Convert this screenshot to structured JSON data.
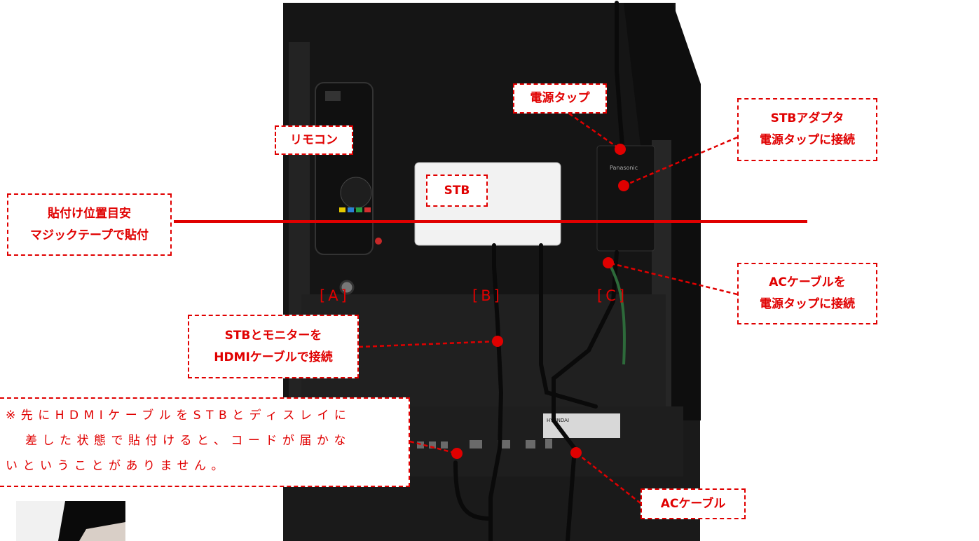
{
  "labels": {
    "power_strip": "電源タップ",
    "stb_adapter": [
      "STBアダプタ",
      "電源タップに接続"
    ],
    "remote": "リモコン",
    "stb": "STB",
    "placement_guide": [
      "貼付け位置目安",
      "マジックテープで貼付"
    ],
    "ac_cable_connect": [
      "ACケーブルを",
      "電源タップに接続"
    ],
    "hdmi_connect": [
      "STBとモニターを",
      "HDMIケーブルで接続"
    ],
    "ac_cable": "ACケーブル"
  },
  "brackets": {
    "a": "[A]",
    "b": "[B]",
    "c": "[C]"
  },
  "note": {
    "lines": [
      "※先にHDMIケーブルをSTBとディスレイに",
      "差した状態で貼付けると、コードが届かな",
      "いということがありません。"
    ]
  },
  "photo_text": {
    "adapter_brand": "Panasonic",
    "monitor_brand": "HYUNDAI"
  },
  "colors": {
    "accent": "#e00000",
    "background": "#ffffff"
  }
}
